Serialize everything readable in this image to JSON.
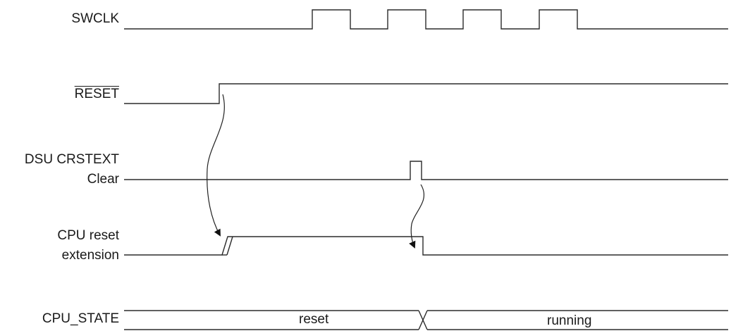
{
  "signals": {
    "swclk": "SWCLK",
    "reset": "RESET",
    "dsu_line1": "DSU CRSTEXT",
    "dsu_line2": "Clear",
    "cpu_ext_line1": "CPU reset",
    "cpu_ext_line2": "extension",
    "cpu_state": "CPU_STATE"
  },
  "bus_values": {
    "reset": "reset",
    "running": "running"
  },
  "colors": {
    "line": "#2b2b2b",
    "text": "#1a1a1a"
  }
}
